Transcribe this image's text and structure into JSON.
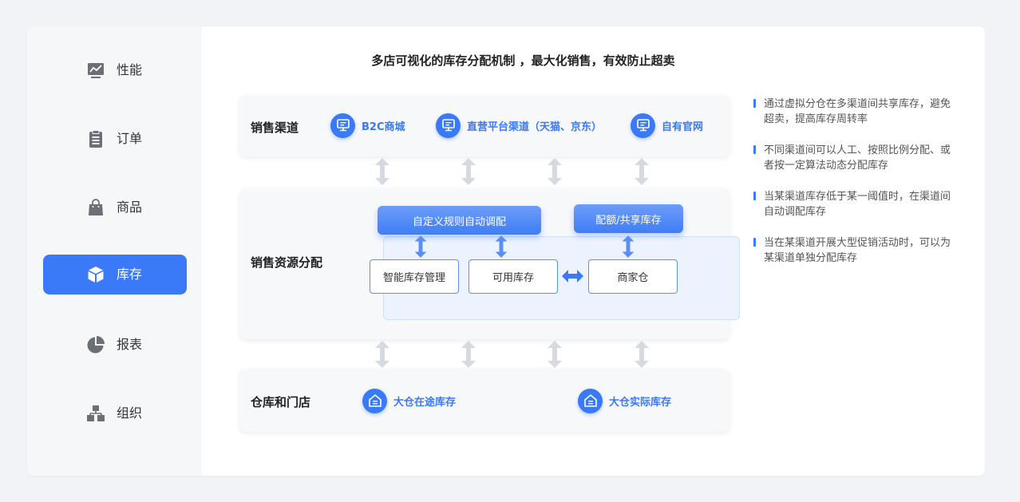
{
  "sidebar": {
    "items": [
      {
        "label": "性能",
        "icon": "performance-chart-icon"
      },
      {
        "label": "订单",
        "icon": "clipboard-icon"
      },
      {
        "label": "商品",
        "icon": "shopping-bag-icon"
      },
      {
        "label": "库存",
        "icon": "cube-icon",
        "active": true
      },
      {
        "label": "报表",
        "icon": "pie-chart-icon"
      },
      {
        "label": "组织",
        "icon": "org-tree-icon"
      }
    ]
  },
  "diagram": {
    "headline": "多店可视化的库存分配机制 ，最大化销售，有效防止超卖",
    "sales_channels": {
      "title": "销售渠道",
      "items": [
        "B2C商城",
        "直营平台渠道（天猫、京东）",
        "自有官网"
      ]
    },
    "allocation": {
      "title": "销售资源分配",
      "rule_auto": "自定义规则自动调配",
      "rule_quota": "配额/共享库存",
      "smart_inventory": "智能库存管理",
      "available_inventory": "可用库存",
      "merchant_warehouse": "商家仓"
    },
    "warehouses": {
      "title": "仓库和门店",
      "items": [
        "大仓在途库存",
        "大仓实际库存"
      ]
    }
  },
  "bullets": [
    "通过虚拟分仓在多渠道间共享库存，避免超卖，提高库存周转率",
    "不同渠道间可以人工、按照比例分配、或者按一定算法动态分配库存",
    "当某渠道库存低于某一阈值时，在渠道间自动调配库存",
    "当在某渠道开展大型促销活动时，可以为某渠道单独分配库存"
  ],
  "colors": {
    "accent": "#3a79f7",
    "sidebar_bg": "#f6f7f9",
    "page_bg": "#f2f3f6"
  }
}
